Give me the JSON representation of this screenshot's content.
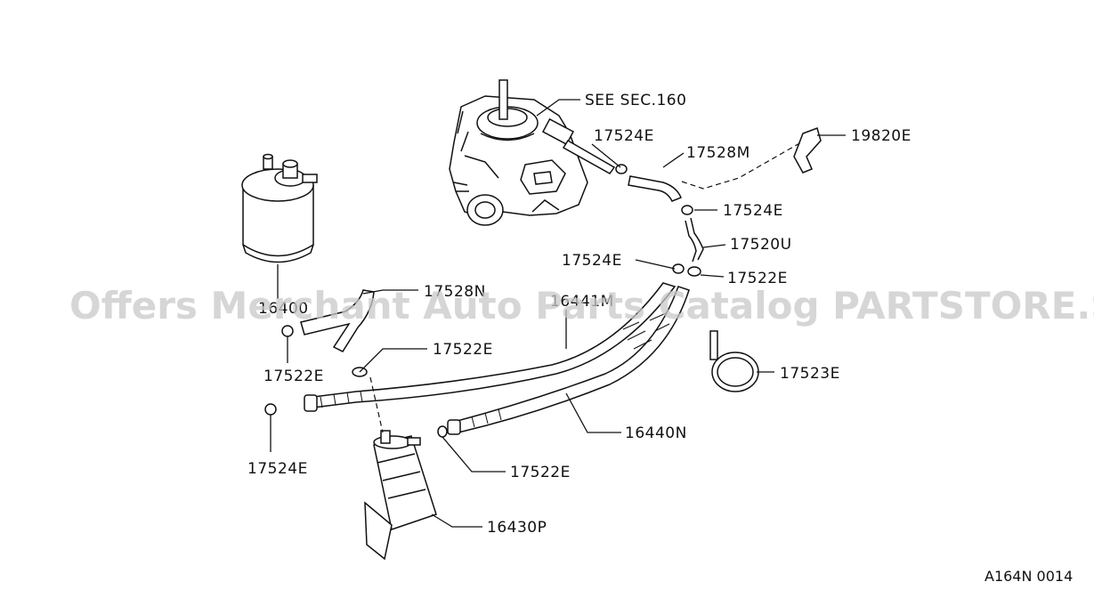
{
  "labels": {
    "see_sec": "SEE SEC.160",
    "p19820e": "19820E",
    "p17524e_top": "17524E",
    "p17528m": "17528M",
    "p17524e_right": "17524E",
    "p17520u": "17520U",
    "p17524e_mid": "17524E",
    "p17522e_right": "17522E",
    "p17528n": "17528N",
    "p16441m": "16441M",
    "p16400": "16400",
    "p17522e_midleft": "17522E",
    "p17522e_left": "17522E",
    "p17523e": "17523E",
    "p17524e_left": "17524E",
    "p16440n": "16440N",
    "p17522e_bottom": "17522E",
    "p16430p": "16430P"
  },
  "watermark": "Offers Merchant Auto Parts Catalog PARTSTORE.SA",
  "ref_code": "A164N 0014"
}
